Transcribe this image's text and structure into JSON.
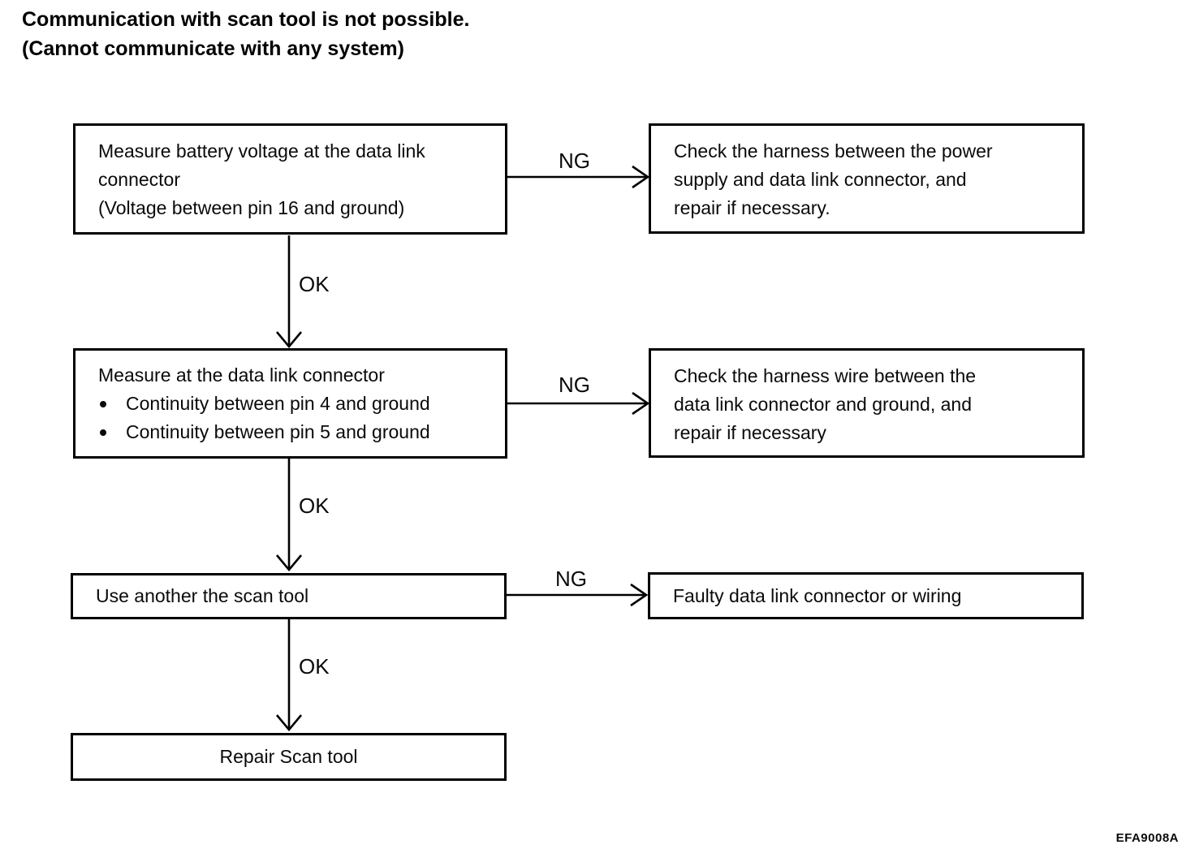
{
  "title": {
    "line1": "Communication with scan tool is not possible.",
    "line2": "(Cannot communicate with any system)"
  },
  "labels": {
    "ng": "NG",
    "ok": "OK"
  },
  "flow": {
    "step1": {
      "line1": "Measure battery voltage at the data link",
      "line2": "connector",
      "line3": "(Voltage between pin 16 and ground)"
    },
    "step1_ng_result": {
      "line1": "Check the harness between the power",
      "line2": "supply and data link connector, and",
      "line3": "repair if necessary."
    },
    "step2": {
      "title": "Measure at the data link connector",
      "bullet1": "Continuity between pin 4 and ground",
      "bullet2": "Continuity between pin 5 and ground"
    },
    "step2_ng_result": {
      "line1": "Check the harness wire between the",
      "line2": "data link connector and ground, and",
      "line3": "repair if necessary"
    },
    "step3": {
      "text": "Use another the scan tool"
    },
    "step3_ng_result": {
      "text": "Faulty data link connector or wiring"
    },
    "step4": {
      "text": "Repair Scan tool"
    }
  },
  "figure_code": "EFA9008A",
  "colors": {
    "ink": "#000000",
    "background": "#ffffff"
  }
}
